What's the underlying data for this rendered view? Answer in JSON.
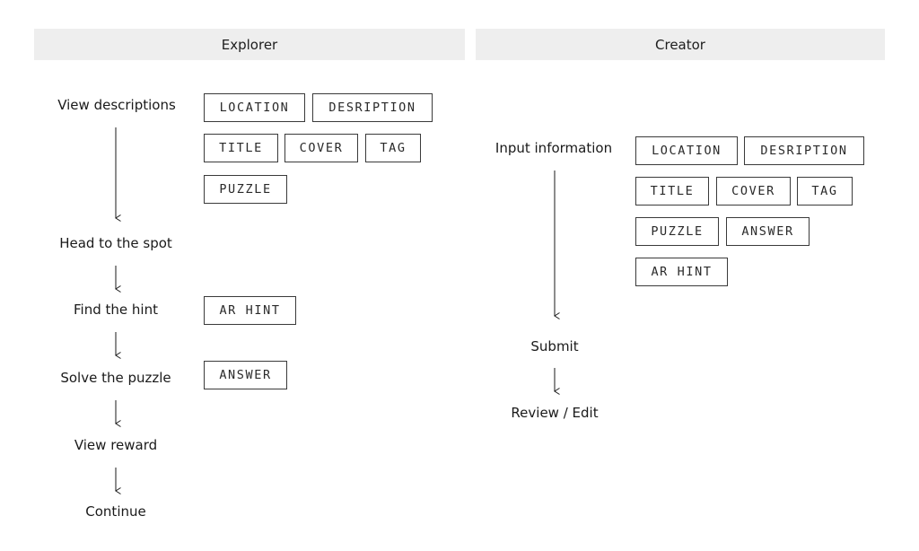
{
  "explorer": {
    "header": "Explorer",
    "steps": {
      "view_descriptions": "View descriptions",
      "head_to_spot": "Head to the spot",
      "find_hint": "Find the hint",
      "solve_puzzle": "Solve the puzzle",
      "view_reward": "View reward",
      "continue": "Continue"
    },
    "chips": {
      "location": "LOCATION",
      "description": "DESRIPTION",
      "title": "TITLE",
      "cover": "COVER",
      "tag": "TAG",
      "puzzle": "PUZZLE",
      "ar_hint": "AR HINT",
      "answer": "ANSWER"
    }
  },
  "creator": {
    "header": "Creator",
    "steps": {
      "input_information": "Input information",
      "submit": "Submit",
      "review_edit": "Review / Edit"
    },
    "chips": {
      "location": "LOCATION",
      "description": "DESRIPTION",
      "title": "TITLE",
      "cover": "COVER",
      "tag": "TAG",
      "puzzle": "PUZZLE",
      "answer": "ANSWER",
      "ar_hint": "AR HINT"
    }
  }
}
